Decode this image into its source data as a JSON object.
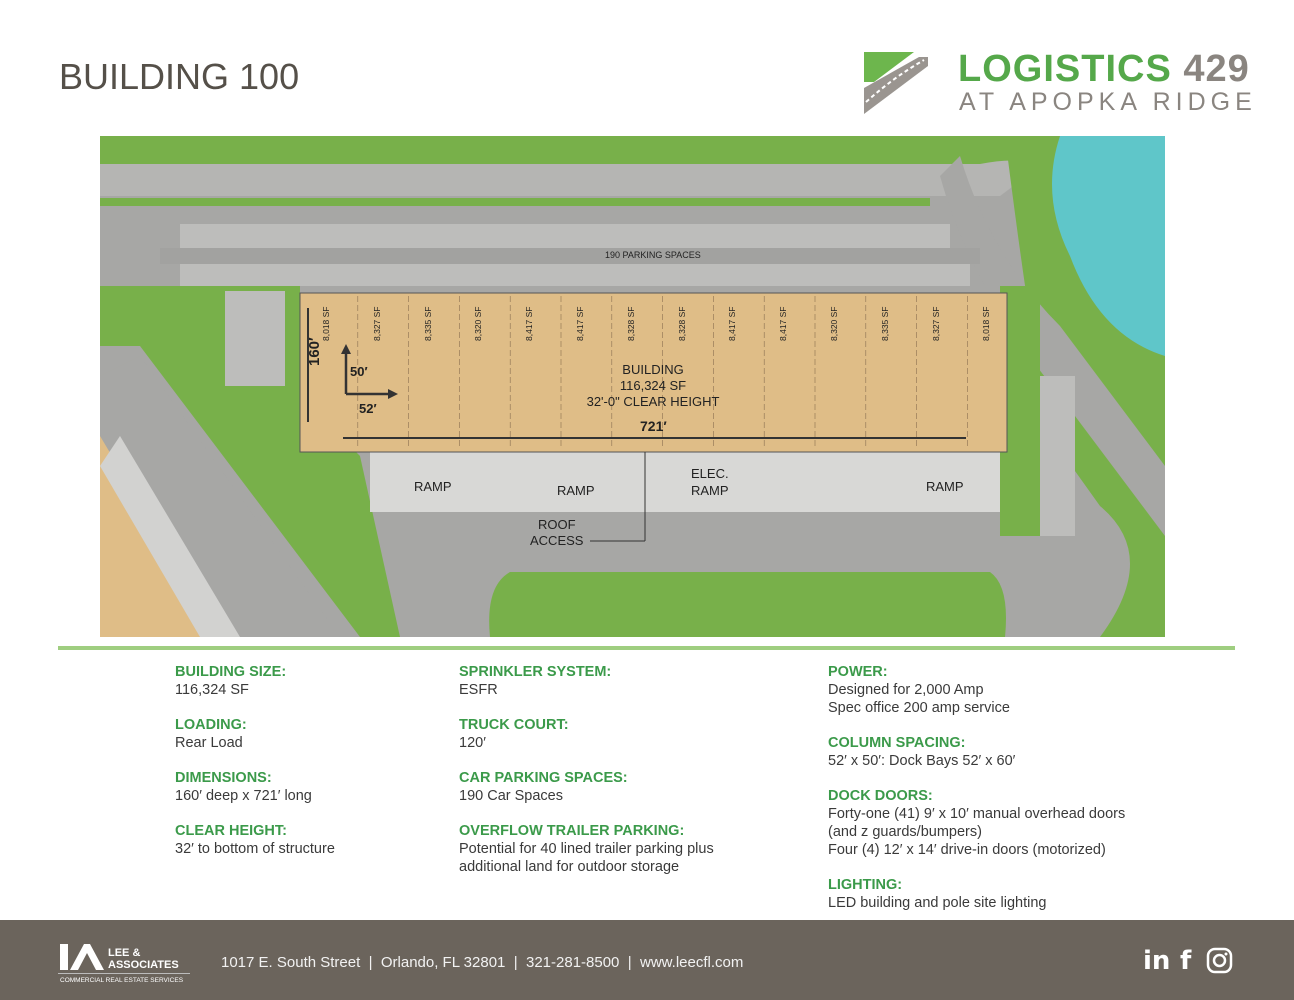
{
  "header": {
    "title": "BUILDING 100",
    "logo_main": "LOGISTICS",
    "logo_num": "429",
    "logo_sub": "AT APOPKA RIDGE"
  },
  "site_plan": {
    "parking_label": "190 PARKING SPACES",
    "bays": [
      "8,018 SF",
      "8,327 SF",
      "8,335 SF",
      "8,320 SF",
      "8,417 SF",
      "8,417 SF",
      "8,328 SF",
      "8,328 SF",
      "8,417 SF",
      "8,417 SF",
      "8,320 SF",
      "8,335 SF",
      "8,327 SF",
      "8,018 SF"
    ],
    "building_label": "BUILDING",
    "building_sf": "116,324 SF",
    "clear_height": "32'-0\" CLEAR HEIGHT",
    "dim_depth": "160′",
    "dim_length": "721′",
    "col_v": "50′",
    "col_h": "52′",
    "ramp1": "RAMP",
    "ramp2": "RAMP",
    "ramp3": "RAMP",
    "ramp4": "RAMP",
    "elec": "ELEC.",
    "roof1": "ROOF",
    "roof2": "ACCESS"
  },
  "specs": {
    "col1": [
      {
        "h": "BUILDING SIZE:",
        "v": [
          "116,324 SF"
        ]
      },
      {
        "h": "LOADING:",
        "v": [
          "Rear Load"
        ]
      },
      {
        "h": "DIMENSIONS:",
        "v": [
          "160′ deep x 721′ long"
        ]
      },
      {
        "h": "CLEAR HEIGHT:",
        "v": [
          "32′ to bottom of structure"
        ]
      }
    ],
    "col2": [
      {
        "h": "SPRINKLER SYSTEM:",
        "v": [
          "ESFR"
        ]
      },
      {
        "h": "TRUCK COURT:",
        "v": [
          "120′"
        ]
      },
      {
        "h": "CAR PARKING SPACES:",
        "v": [
          "190 Car Spaces"
        ]
      },
      {
        "h": "OVERFLOW TRAILER PARKING:",
        "v": [
          "Potential for 40 lined trailer parking plus",
          "additional land for outdoor storage"
        ]
      }
    ],
    "col3": [
      {
        "h": "POWER:",
        "v": [
          "Designed for 2,000 Amp",
          "Spec office 200 amp service"
        ]
      },
      {
        "h": "COLUMN SPACING:",
        "v": [
          "52′ x 50′: Dock Bays 52′ x 60′"
        ]
      },
      {
        "h": "DOCK DOORS:",
        "v": [
          "Forty-one (41) 9′ x 10′ manual overhead doors",
          "(and z guards/bumpers)",
          "Four (4) 12′ x 14′ drive-in doors (motorized)"
        ]
      },
      {
        "h": "LIGHTING:",
        "v": [
          "LED building and pole site lighting"
        ]
      }
    ]
  },
  "footer": {
    "company1": "LEE &",
    "company2": "ASSOCIATES",
    "tagline": "COMMERCIAL REAL ESTATE SERVICES",
    "street": "1017 E. South Street",
    "city": "Orlando, FL 32801",
    "phone": "321-281-8500",
    "web": "www.leecfl.com",
    "sep": "|"
  },
  "social": [
    "linkedin-icon",
    "facebook-icon",
    "instagram-icon"
  ],
  "colors": {
    "green": "#3b9a4a",
    "building": "#dfbd87",
    "footer": "#6b645c",
    "grass": "#78b04a",
    "water": "#5fc6c9"
  }
}
